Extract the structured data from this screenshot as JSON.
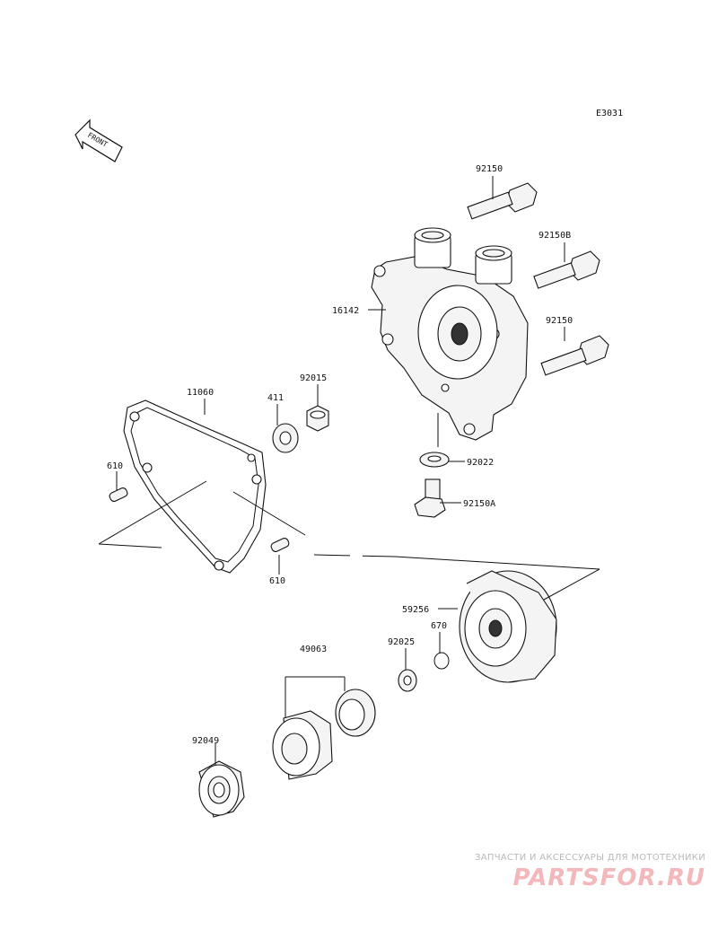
{
  "diagram_code": "E3031",
  "front_label": "FRONT",
  "parts": {
    "p92150_top": "92150",
    "p92150b": "92150B",
    "p92150_right": "92150",
    "p16142": "16142",
    "p92015": "92015",
    "p411": "411",
    "p11060": "11060",
    "p610_left": "610",
    "p610_bottom": "610",
    "p92022": "92022",
    "p92150a": "92150A",
    "p59256": "59256",
    "p670": "670",
    "p92025": "92025",
    "p49063": "49063",
    "p92049": "92049"
  },
  "watermark": {
    "caption": "ЗАПЧАСТИ И АКСЕССУАРЫ ДЛЯ МОТОТЕХНИКИ",
    "logo": "PARTSFOR.RU"
  }
}
